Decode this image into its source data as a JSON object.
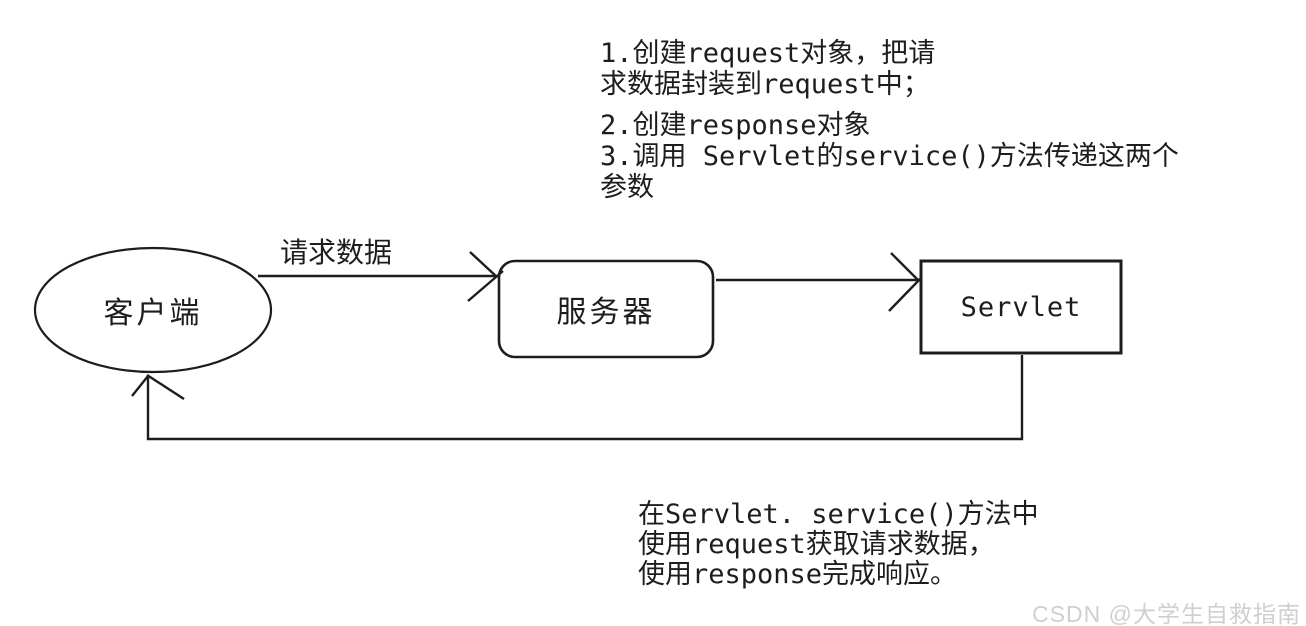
{
  "canvas": {
    "background": "#ffffff",
    "ink_color": "#1d1d1d"
  },
  "notes": {
    "top_1": "1.创建request对象，把请\n求数据封装到request中；",
    "top_2": "2.创建response对象\n3.调用 Servlet的service()方法传递这两个\n参数",
    "bottom": "在Servlet. service()方法中\n使用request获取请求数据，\n使用response完成响应。"
  },
  "nodes": {
    "client": {
      "label": "客户端",
      "shape": "ellipse"
    },
    "server": {
      "label": "服务器",
      "shape": "rounded-rect"
    },
    "servlet": {
      "label": "Servlet",
      "shape": "rect"
    }
  },
  "edges": {
    "request": {
      "label": "请求数据",
      "from": "client",
      "to": "server"
    },
    "forward": {
      "label": "",
      "from": "server",
      "to": "servlet"
    },
    "response": {
      "label": "",
      "from": "servlet",
      "to": "client"
    }
  },
  "watermark": {
    "text": "CSDN @大学生自救指南",
    "color": "#cfcfcf"
  }
}
